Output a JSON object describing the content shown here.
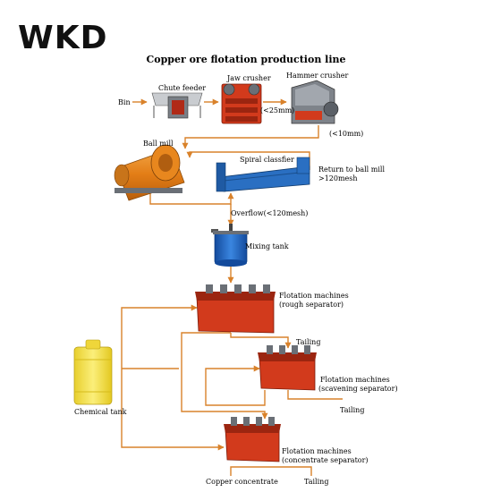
{
  "logo": {
    "text": "WKD"
  },
  "title": "Copper ore flotation production line",
  "labels": {
    "bin": "Bin",
    "chute_feeder": "Chute feeder",
    "jaw_crusher": "Jaw crusher",
    "jaw_output": "(<25mm)",
    "hammer_crusher": "Hammer crusher",
    "hammer_output": "(<10mm)",
    "ball_mill": "Ball mill",
    "spiral_classifier": "Spiral classfier",
    "return_line1": "Return to ball mill",
    "return_line2": ">120mesh",
    "overflow": "Overflow(<120mesh)",
    "mixing_tank": "Mixing tank",
    "rough_line1": "Flotation machines",
    "rough_line2": "(rough separator)",
    "tailing_1": "Tailing",
    "scav_line1": "Flotation machines",
    "scav_line2": "(scavening separator)",
    "tailing_2": "Tailing",
    "chemical_tank": "Chemical tank",
    "conc_line1": "Flotation machines",
    "conc_line2": "(concentrate separator)",
    "copper_concentrate": "Copper concentrate",
    "tailing_3": "Tailing"
  },
  "colors": {
    "flow_line": "#d9822b",
    "machine_red": "#d23a1c",
    "machine_dark": "#9b2510",
    "mill_orange": "#e8871e",
    "classifier_blue": "#2a6fc2",
    "tank_blue": "#1f63c6",
    "chemical_yellow": "#f5e04a",
    "steel_grey": "#8a8f96"
  }
}
